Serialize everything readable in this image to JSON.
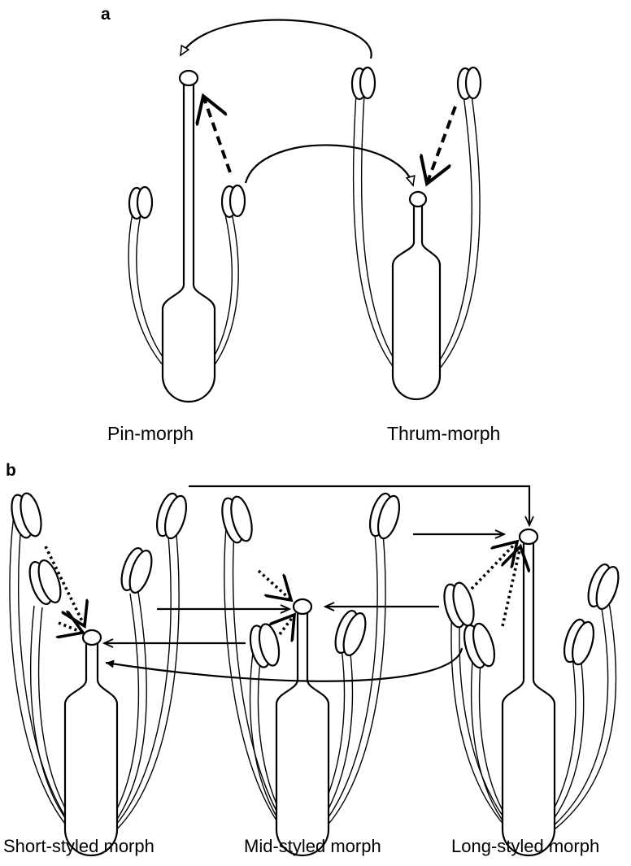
{
  "figure": {
    "panel_a": {
      "label": "a",
      "morphs": [
        {
          "label": "Pin-morph"
        },
        {
          "label": "Thrum-morph"
        }
      ]
    },
    "panel_b": {
      "label": "b",
      "morphs": [
        {
          "label": "Short-styled morph"
        },
        {
          "label": "Mid-styled morph"
        },
        {
          "label": "Long-styled morph"
        }
      ]
    }
  }
}
